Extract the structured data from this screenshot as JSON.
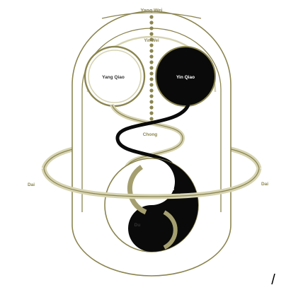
{
  "labels": {
    "yang_wei": "Yang Wei",
    "yin_wei": "Yin Wei",
    "yang_qiao": "Yang Qiao",
    "yin_qiao": "Yin Qiao",
    "chong": "Chong",
    "dai_left": "Dai",
    "dai_right": "Dai",
    "ren": "Ren",
    "du": "Du",
    "slash_mark": "/"
  },
  "colors": {
    "olive": "#8b8550",
    "olive_light": "#d6d3b2",
    "olive_fill": "#a59f70",
    "black": "#0a0a0a",
    "white": "#ffffff",
    "label_olive": "#8b8550",
    "label_dark": "#333333"
  }
}
